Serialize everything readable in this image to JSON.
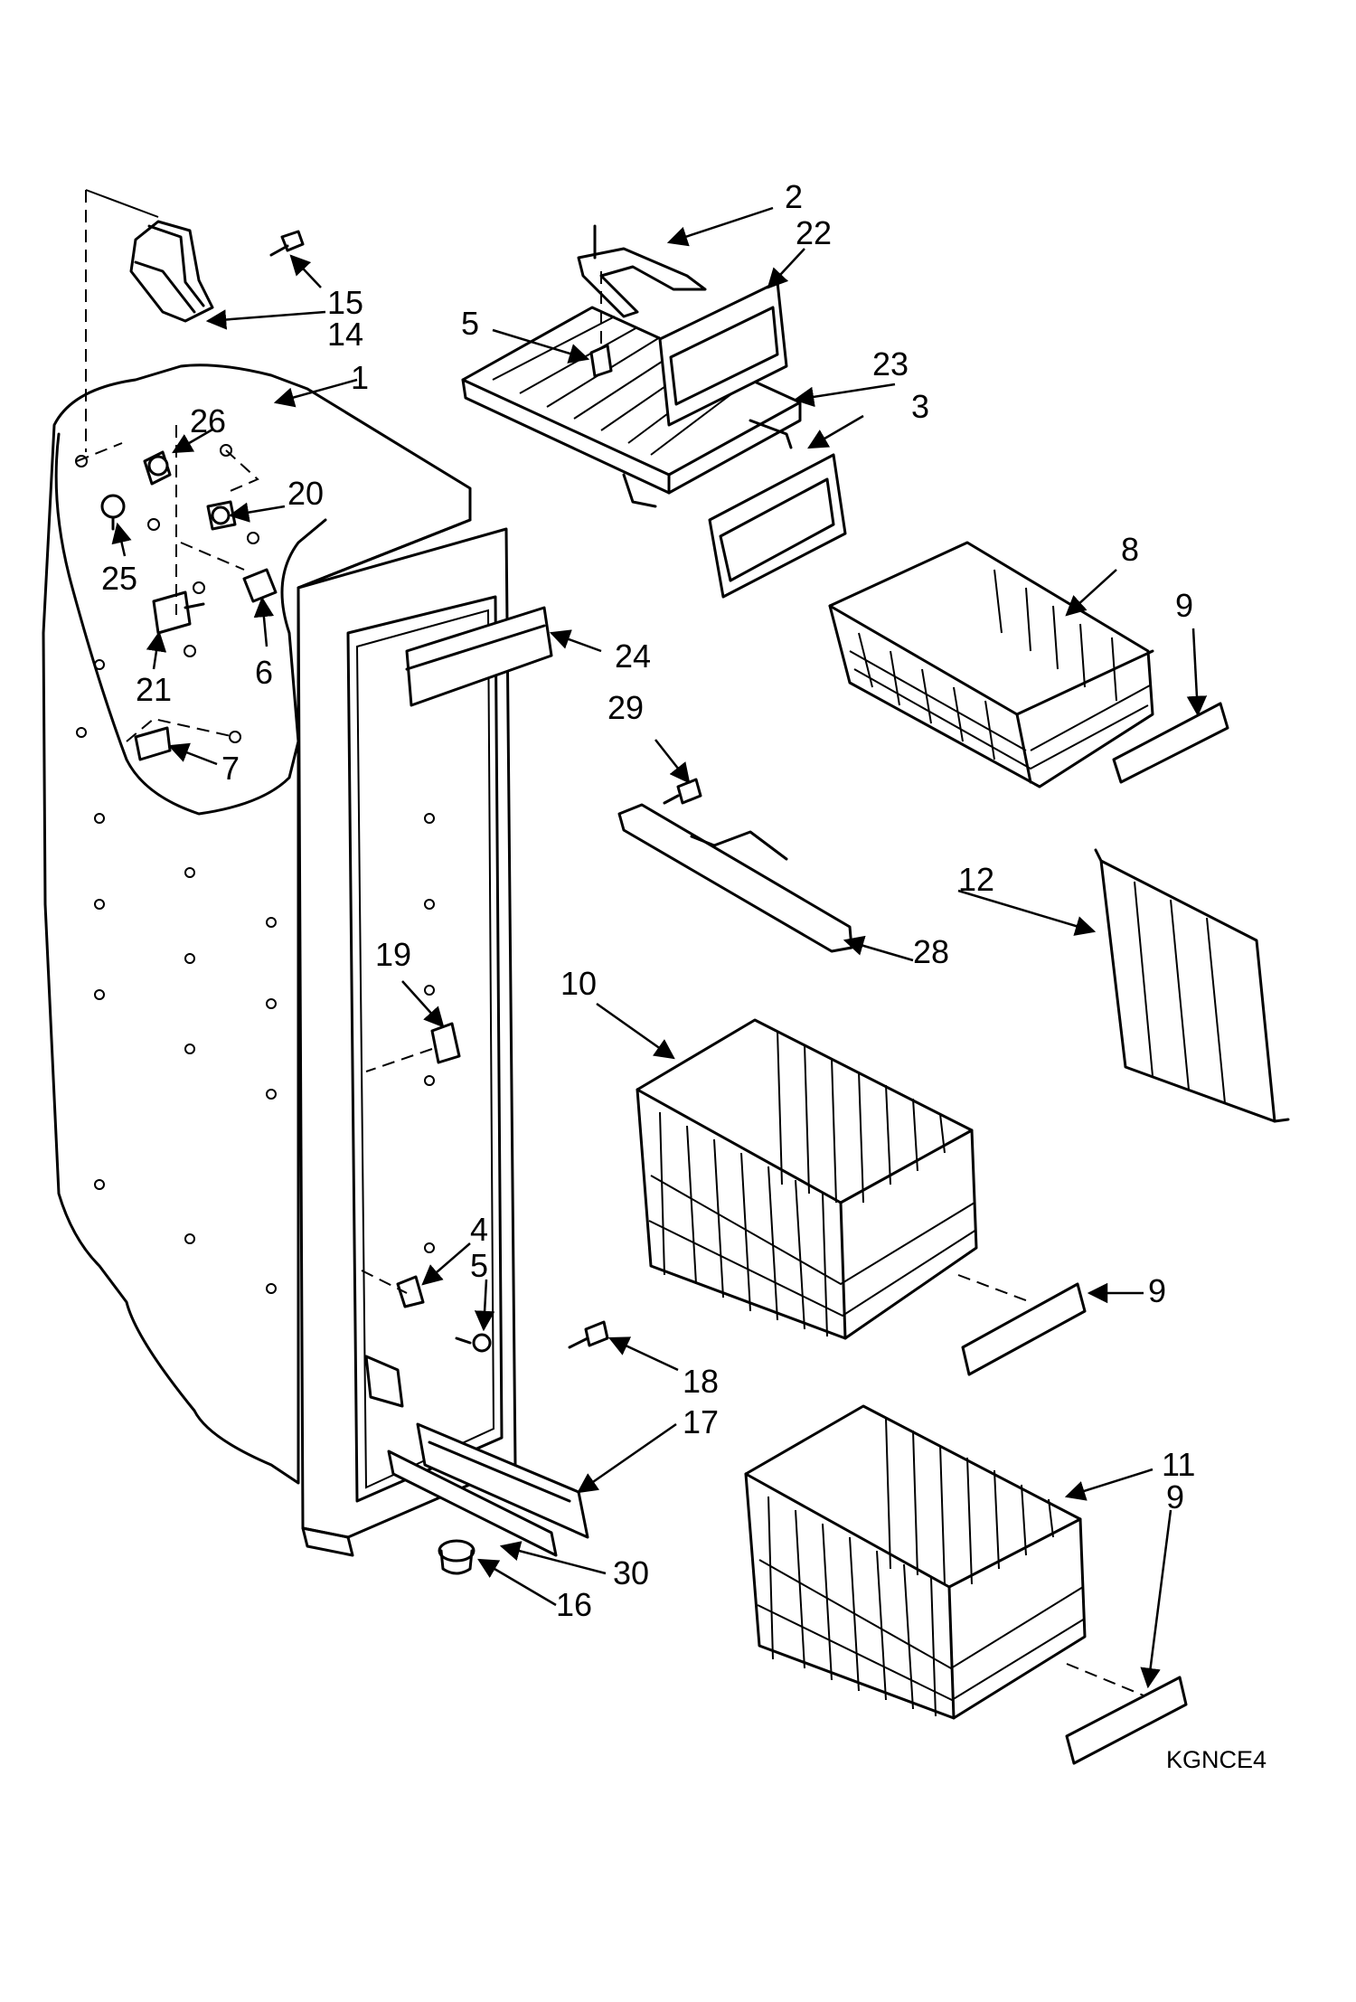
{
  "diagram": {
    "code": "KGNCE4",
    "callouts": [
      "1",
      "2",
      "3",
      "4",
      "5",
      "5",
      "6",
      "7",
      "8",
      "9",
      "9",
      "9",
      "10",
      "11",
      "12",
      "14",
      "15",
      "16",
      "17",
      "18",
      "19",
      "20",
      "21",
      "22",
      "23",
      "24",
      "25",
      "26",
      "28",
      "29",
      "30"
    ]
  }
}
